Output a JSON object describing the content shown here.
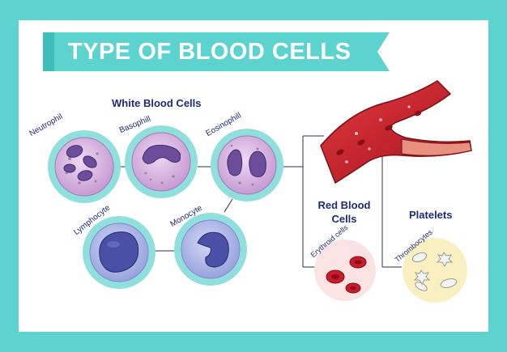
{
  "title": "TYPE OF BLOOD CELLS",
  "white_blood_cells": {
    "heading": "White Blood Cells",
    "cells": [
      {
        "label": "Neutrophil"
      },
      {
        "label": "Basophill"
      },
      {
        "label": "Eosinophill"
      },
      {
        "label": "Lymphocyte"
      },
      {
        "label": "Monocyte"
      }
    ]
  },
  "red_blood_cells": {
    "heading_line1": "Red Blood",
    "heading_line2": "Cells",
    "sublabel": "Erythroid cells"
  },
  "platelets": {
    "heading": "Platelets",
    "sublabel": "Thrombocytes"
  },
  "colors": {
    "frame": "#5dd3cf",
    "title_banner": "#5dd3cf",
    "heading_text": "#1e2a7a",
    "ring": "#8fe0dc",
    "rbc_circle": "#fbe3e3",
    "platelet_circle": "#f9efc0",
    "blood_red": "#c91b2b"
  }
}
